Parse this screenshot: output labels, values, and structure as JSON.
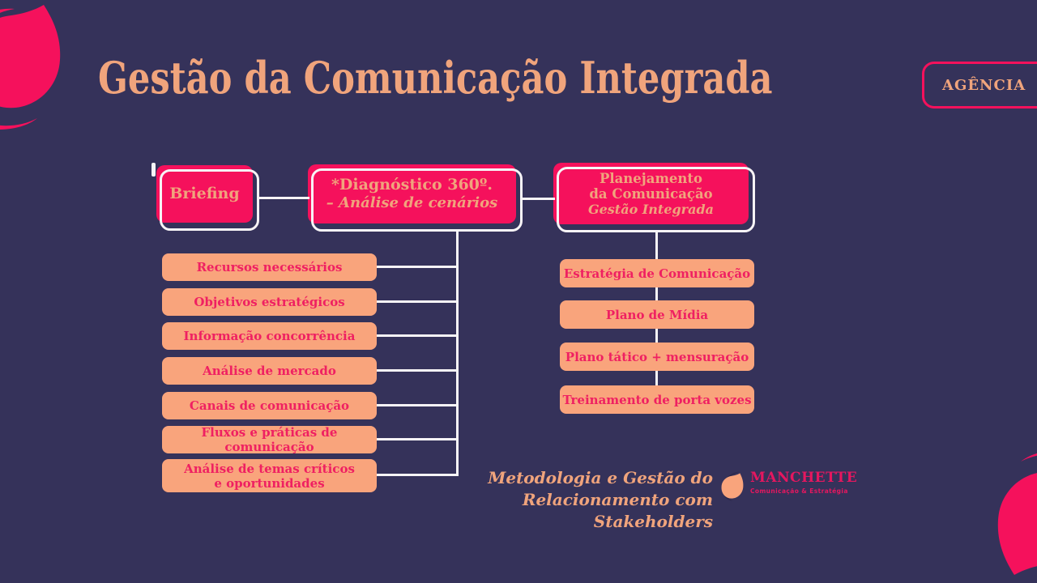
{
  "title": "Gestão da Comunicação Integrada",
  "badge": {
    "label": "AGÊNCIA"
  },
  "flow": {
    "briefing": {
      "label": "Briefing"
    },
    "diagnostico": {
      "line1": "*Diagnóstico 360º.",
      "line2": "– Análise de cenários"
    },
    "planejamento": {
      "line1": "Planejamento",
      "line2": "da Comunicação",
      "line3": "Gestão Integrada"
    },
    "left_items": [
      "Recursos necessários",
      "Objetivos estratégicos",
      "Informação concorrência",
      "Análise de mercado",
      "Canais de comunicação",
      "Fluxos e práticas de comunicação",
      "Análise de temas críticos\ne oportunidades"
    ],
    "right_items": [
      "Estratégia de Comunicação",
      "Plano de Mídia",
      "Plano tático + mensuração",
      "Treinamento de porta vozes"
    ]
  },
  "footer": {
    "caption_line1": "Metodologia e Gestão do",
    "caption_line2": "Relacionamento com Stakeholders",
    "logo": {
      "name": "MANCHETTE",
      "tagline": "Comunicação & Estratégia"
    }
  },
  "colors": {
    "background": "#35325A",
    "accent_pink": "#F5115C",
    "peach": "#F9A47C",
    "text_peach": "#F0A47C",
    "connector_white": "#F7F4F6"
  }
}
